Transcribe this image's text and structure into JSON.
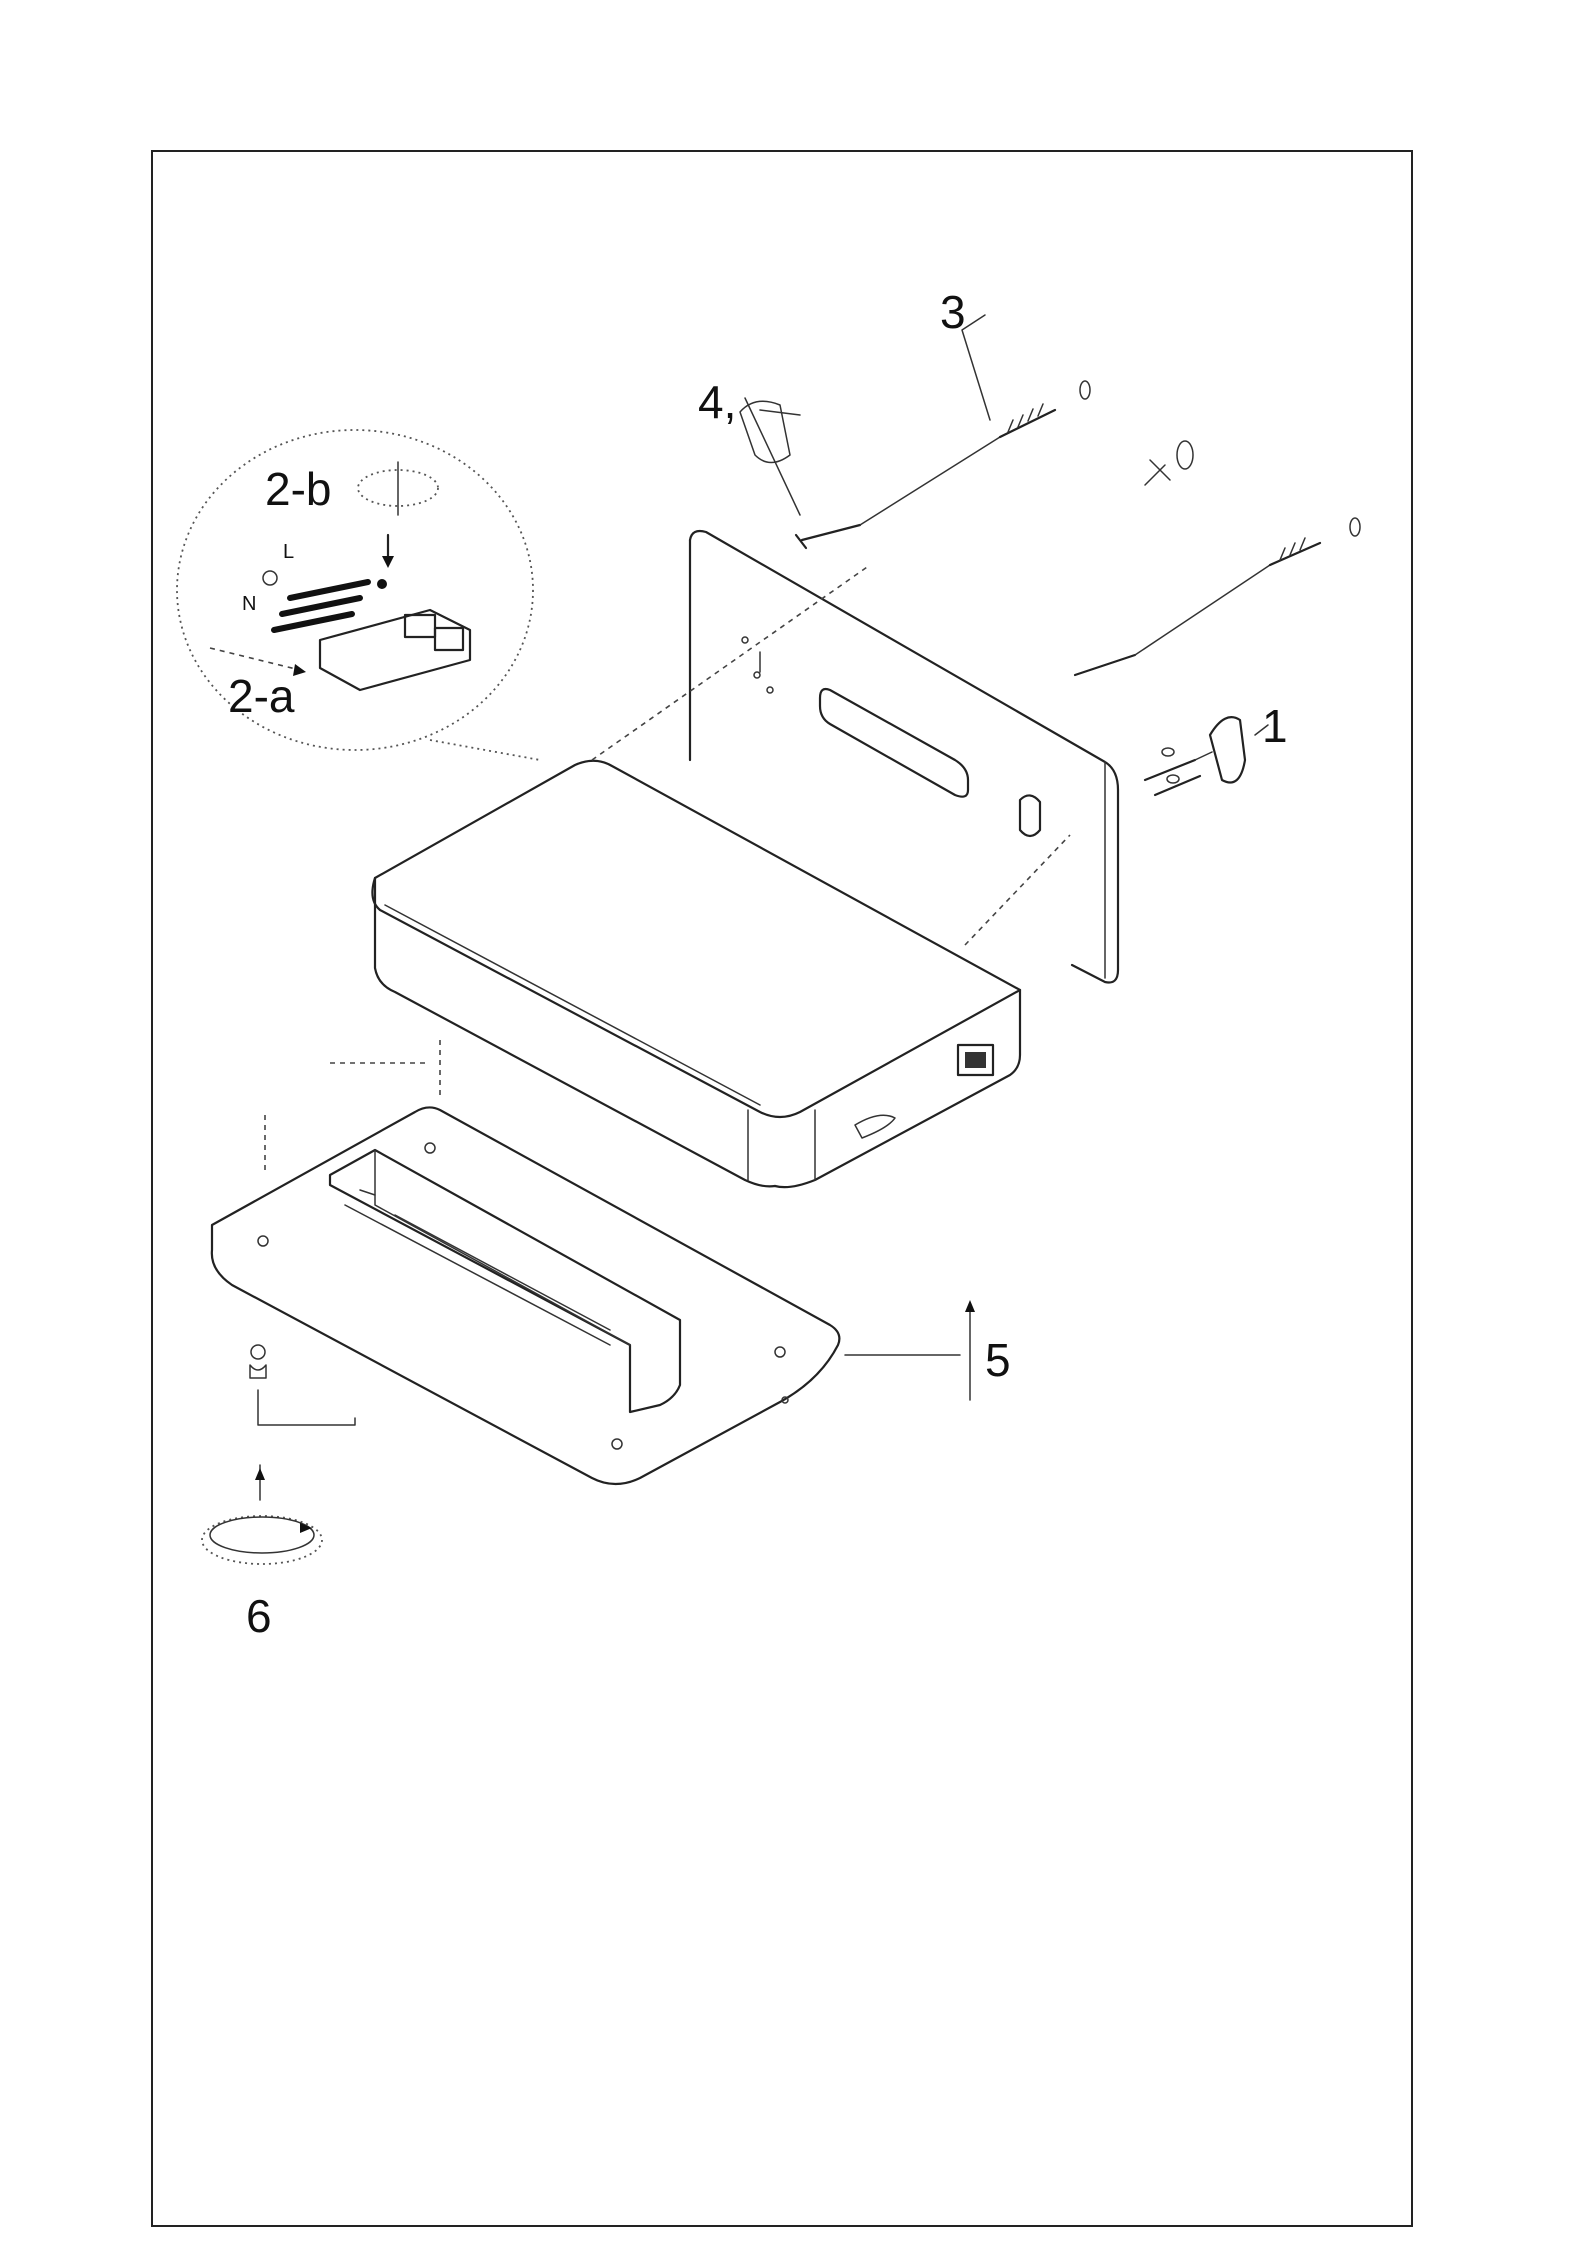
{
  "callouts": {
    "c1": "1",
    "c2a": "2-a",
    "c2b": "2-b",
    "c3": "3",
    "c4": "4,",
    "c5": "5",
    "c6": "6"
  },
  "terminal_labels": {
    "live": "L",
    "neutral": "N"
  }
}
